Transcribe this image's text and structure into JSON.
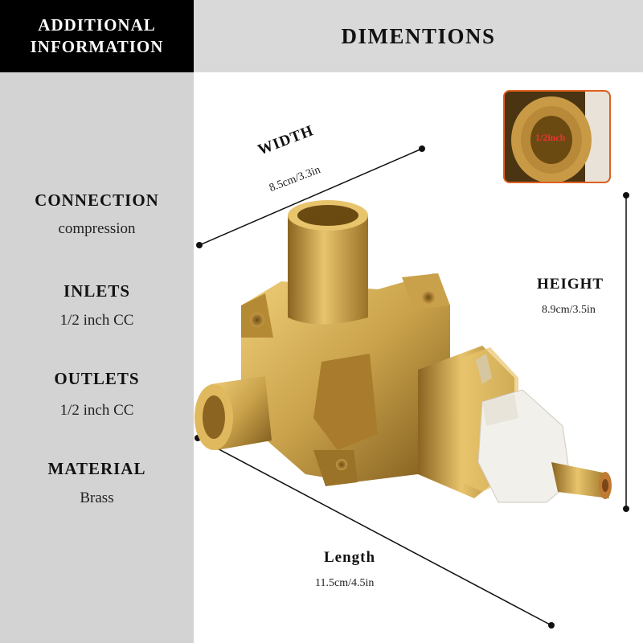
{
  "header": {
    "left_line1": "ADDITIONAL",
    "left_line2": "INFORMATION",
    "right_title": "DIMENTIONS"
  },
  "specs": {
    "connection": {
      "label": "CONNECTION",
      "value": "compression"
    },
    "inlets": {
      "label": "INLETS",
      "value": "1/2 inch CC"
    },
    "outlets": {
      "label": "OUTLETS",
      "value": "1/2 inch CC"
    },
    "material": {
      "label": "MATERIAL",
      "value": "Brass"
    }
  },
  "dimensions": {
    "width": {
      "label": "WIDTH",
      "value": "8.5cm/3.3in"
    },
    "height": {
      "label": "HEIGHT",
      "value": "8.9cm/3.5in"
    },
    "length": {
      "label": "Length",
      "value": "11.5cm/4.5in"
    }
  },
  "inset": {
    "label": "1/2inch"
  },
  "colors": {
    "brass": "#c9a14a",
    "brass_dark": "#8a6420",
    "sidebar_bg": "#d3d3d3",
    "header_bg": "#d9d9d9",
    "inset_border": "#e0601f"
  }
}
